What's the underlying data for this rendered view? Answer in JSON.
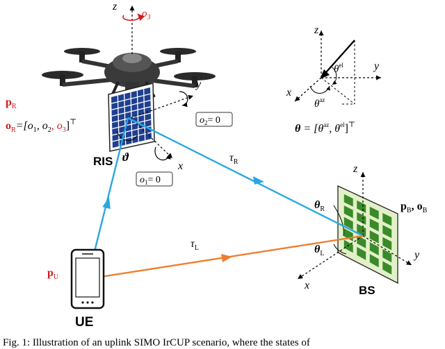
{
  "colors": {
    "ue_to_ris": "#2aa7e0",
    "ris_to_bs": "#2aa7e0",
    "ue_to_bs": "#ef7d2c",
    "highlight_red": "#d11a1a",
    "ris_panel": "#1f3f8f",
    "bs_panel": "#3a8a2a",
    "bs_bg": "#e2f0c8"
  },
  "labels": {
    "drone_z": "z",
    "drone_o3": "o",
    "drone_o3_sub": "3",
    "y_axis": "y",
    "x_axis": "x",
    "p_r": "p",
    "p_r_sub": "R",
    "o_r_lhs": "o",
    "o_r_lhs_sub": "R",
    "o_r_eq": "=[o",
    "o_r_1": "1",
    "o_r_2": ", o",
    "o_r_2_sub": "2",
    "o_r_3": ", o",
    "o_r_3_sub": "3",
    "o_r_end": "]",
    "o_r_T": "⊤",
    "o2_box": "o",
    "o2_sub": "2",
    "o2_val": "= 0",
    "o1_box": "o",
    "o1_sub": "1",
    "o1_val": "= 0",
    "ris": "RIS",
    "vartheta": "ϑ",
    "tau_r": "τ",
    "tau_r_sub": "R",
    "theta_r": "θ",
    "theta_r_sub": "R",
    "theta_l": "θ",
    "theta_l_sub": "L",
    "tau_l": "τ",
    "tau_l_sub": "L",
    "p_b": "p",
    "p_b_sub": "B",
    "o_b_sep": ", o",
    "o_b_sub": "B",
    "bs": "BS",
    "bs_z": "z",
    "bs_y": "y",
    "bs_x": "x",
    "p_u": "p",
    "p_u_sub": "U",
    "ue": "UE",
    "inset_z": "z",
    "inset_y": "y",
    "inset_x": "x",
    "inset_el": "θ",
    "inset_el_sup": "el",
    "inset_az": "θ",
    "inset_az_sup": "az",
    "theta_def_lhs": "θ",
    "theta_def_eq": " = [θ",
    "theta_def_az": "az",
    "theta_def_comma": ", θ",
    "theta_def_el": "el",
    "theta_def_end": "]",
    "theta_def_T": "⊤",
    "caption": "Fig. 1: Illustration of an uplink SIMO IrCUP scenario, where the states of"
  }
}
